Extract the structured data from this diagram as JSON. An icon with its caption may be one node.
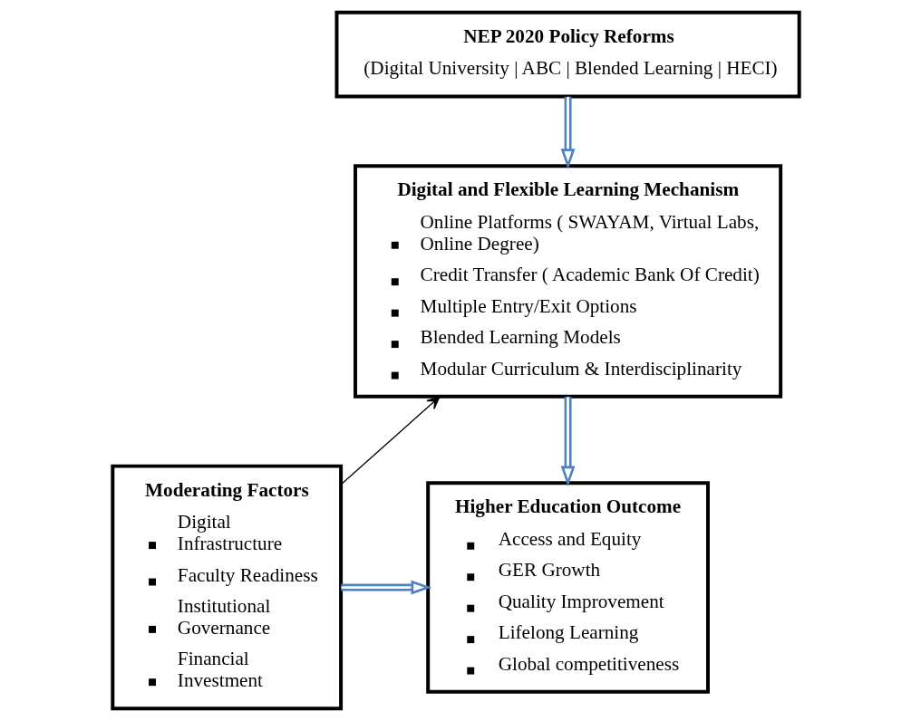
{
  "diagram": {
    "nodes": [
      {
        "text": [
          "NEP 2020 Policy Reforms",
          "(Digital University | ABC | Blended Learning | HECI)"
        ]
      },
      {
        "text": [
          "Digital and Flexible Learning Mechanism",
          "Online Platforms ( SWAYAM, Virtual Labs, Online Degree)",
          "Credit Transfer ( Academic Bank Of Credit)",
          "Multiple Entry/Exit Options",
          "Blended Learning Models",
          "Modular Curriculum & Interdisciplinarity"
        ]
      },
      {
        "text": [
          "Moderating Factors",
          "Digital Infrastructure",
          "Faculty Readiness",
          "Institutional Governance",
          "Financial Investment"
        ]
      },
      {
        "text": [
          "Higher Education Outcome",
          "Access and Equity",
          "GER Growth",
          "Quality Improvement",
          "Lifelong Learning",
          "Global competitiveness"
        ]
      }
    ],
    "edges": [
      {
        "from": 0,
        "to": 1,
        "arrow": "to"
      },
      {
        "from": 1,
        "to": 3,
        "arrow": "to"
      },
      {
        "from": 2,
        "to": 1,
        "arrow": "to",
        "color": "#000000"
      },
      {
        "from": 2,
        "to": 3,
        "arrow": "to"
      }
    ]
  }
}
